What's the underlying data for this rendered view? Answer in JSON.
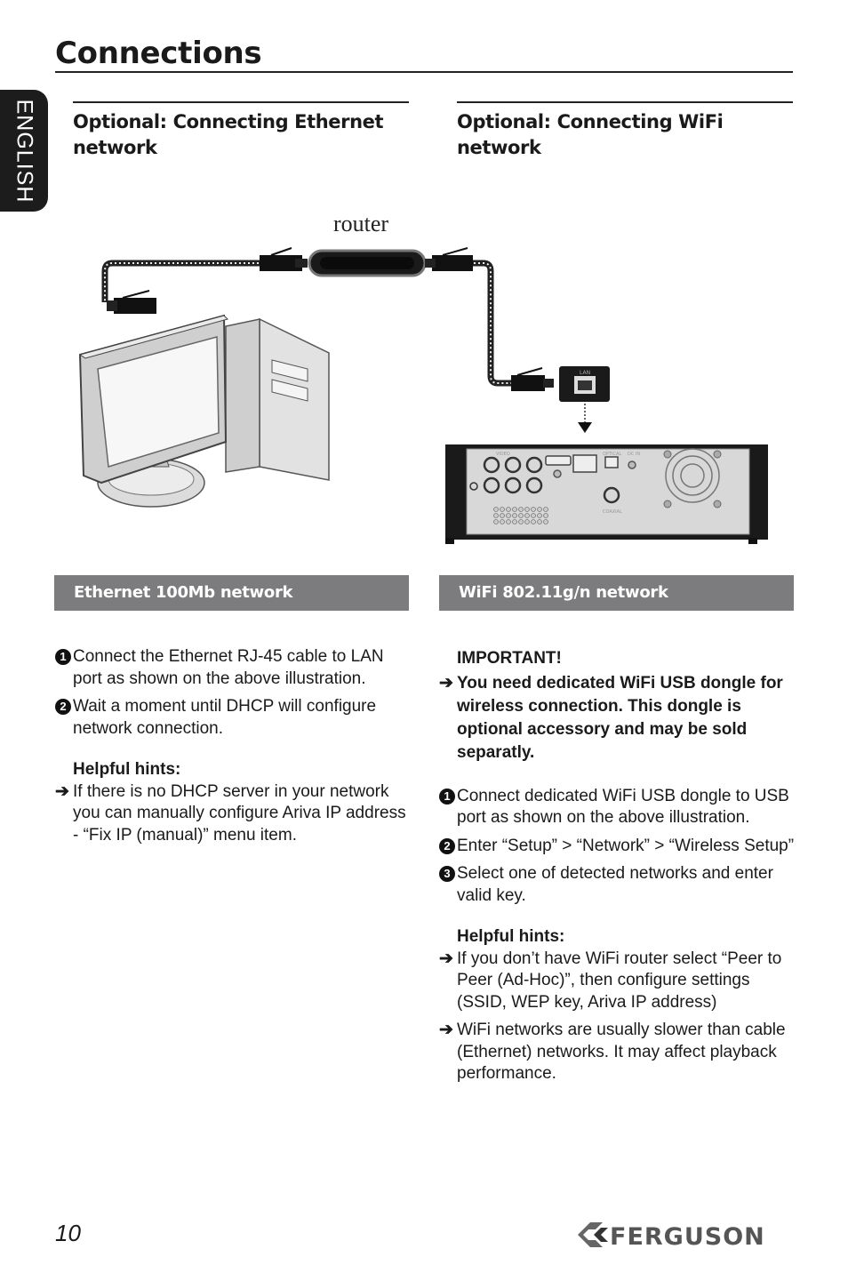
{
  "header": {
    "title": "Connections",
    "language_tab": "ENGLISH"
  },
  "left": {
    "heading": "Optional: Connecting Ethernet network",
    "bar_label": "Ethernet 100Mb network",
    "steps": [
      {
        "marker": "1",
        "text": "Connect the Ethernet RJ-45 cable to LAN port as shown on the above illustration."
      },
      {
        "marker": "2",
        "text": "Wait a moment until DHCP will configure network connection."
      }
    ],
    "hints_title": "Helpful hints:",
    "hints": [
      "If there is no DHCP server in your network you can manually configure Ariva IP address - “Fix IP (manual)” menu item."
    ]
  },
  "right": {
    "heading": "Optional: Connecting WiFi network",
    "bar_label": "WiFi 802.11g/n network",
    "important_title": "IMPORTANT!",
    "important_text": "You need dedicated WiFi USB dongle for wireless connection. This dongle is optional accessory and may be sold separatly.",
    "steps": [
      {
        "marker": "1",
        "text": "Connect dedicated WiFi USB dongle to USB port as shown on the above illustration."
      },
      {
        "marker": "2",
        "text": "Enter “Setup” > “Network” > “Wireless Setup”"
      },
      {
        "marker": "3",
        "text": "Select one of detected networks and enter valid key."
      }
    ],
    "hints_title": "Helpful hints:",
    "hints": [
      "If you don’t have WiFi router select “Peer to Peer (Ad-Hoc)”, then configure settings (SSID, WEP key, Ariva IP address)",
      "WiFi networks are usually slower than cable (Ethernet) networks. It may affect playback performance."
    ]
  },
  "illustration": {
    "router_label": "router",
    "lan_port_label": "LAN",
    "panel_labels": {
      "video": "VIDEO",
      "optical": "OPTICAL",
      "coaxial": "COAXIAL",
      "dc_in": "DC IN"
    }
  },
  "footer": {
    "page_number": "10",
    "brand": "FERGUSON"
  },
  "colors": {
    "bar_gray": "#7c7b7d",
    "text": "#1a1a1a",
    "tab_black": "#1c1c1c"
  }
}
